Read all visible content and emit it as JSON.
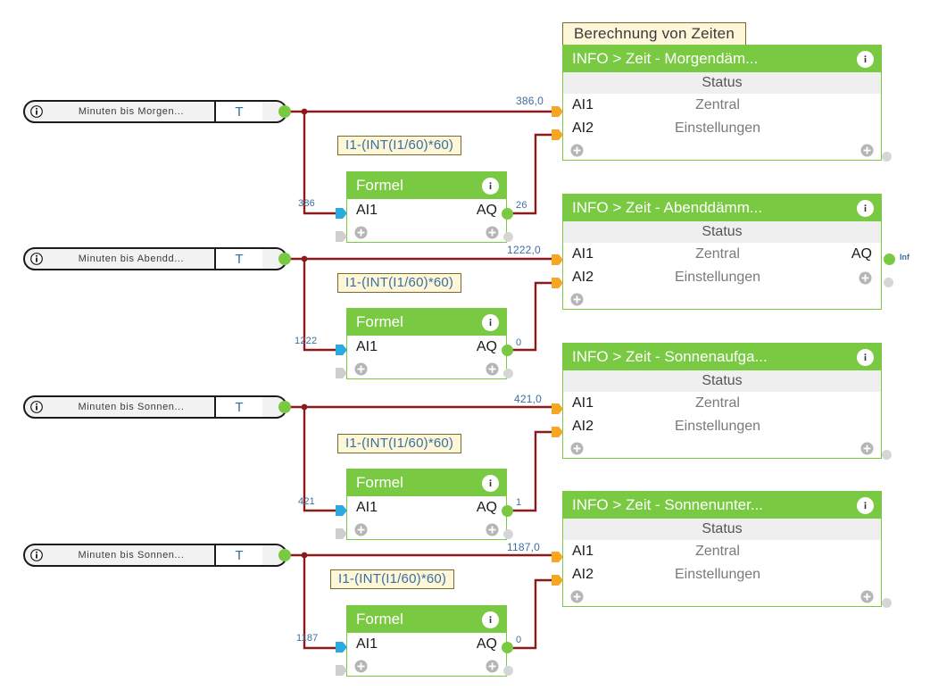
{
  "diagram": {
    "title_caption": "Berechnung von Zeiten",
    "colors": {
      "block_green": "#7ac943",
      "wire_dark_red": "#8b1a1a",
      "note_yellow": "#fdf6d8",
      "pin_orange": "#f5a623",
      "pin_blue": "#29abe2",
      "value_blue": "#3b6fa0"
    },
    "inputs": [
      {
        "label": "Minuten bis Morgen...",
        "terminal": "T",
        "icon": "info-icon"
      },
      {
        "label": "Minuten bis Abendd...",
        "terminal": "T",
        "icon": "info-icon"
      },
      {
        "label": "Minuten bis Sonnen...",
        "terminal": "T",
        "icon": "info-icon"
      },
      {
        "label": "Minuten bis Sonnen...",
        "terminal": "T",
        "icon": "info-icon"
      }
    ],
    "formula_notes": [
      "I1-(INT(I1/60)*60)",
      "I1-(INT(I1/60)*60)",
      "I1-(INT(I1/60)*60)",
      "I1-(INT(I1/60)*60)"
    ],
    "formula_blocks": [
      {
        "title": "Formel",
        "input_label": "AI1",
        "output_label": "AQ",
        "input_value": "386",
        "output_value": "26"
      },
      {
        "title": "Formel",
        "input_label": "AI1",
        "output_label": "AQ",
        "input_value": "1222",
        "output_value": "0"
      },
      {
        "title": "Formel",
        "input_label": "AI1",
        "output_label": "AQ",
        "input_value": "421",
        "output_value": "1"
      },
      {
        "title": "Formel",
        "input_label": "AI1",
        "output_label": "AQ",
        "input_value": "1187",
        "output_value": "0"
      }
    ],
    "info_blocks": [
      {
        "title": "INFO > Zeit - Morgendäm...",
        "status_header": "Status",
        "rows": [
          {
            "input": "AI1",
            "status": "Zentral",
            "output": ""
          },
          {
            "input": "AI2",
            "status": "Einstellungen",
            "output": ""
          }
        ],
        "ai1_value": "386,0",
        "output_extra_label": ""
      },
      {
        "title": "INFO > Zeit - Abenddämm...",
        "status_header": "Status",
        "rows": [
          {
            "input": "AI1",
            "status": "Zentral",
            "output": "AQ"
          },
          {
            "input": "AI2",
            "status": "Einstellungen",
            "output": ""
          }
        ],
        "ai1_value": "1222,0",
        "output_extra_label": "Inf"
      },
      {
        "title": "INFO > Zeit - Sonnenaufga...",
        "status_header": "Status",
        "rows": [
          {
            "input": "AI1",
            "status": "Zentral",
            "output": ""
          },
          {
            "input": "AI2",
            "status": "Einstellungen",
            "output": ""
          }
        ],
        "ai1_value": "421,0",
        "output_extra_label": ""
      },
      {
        "title": "INFO > Zeit - Sonnenunter...",
        "status_header": "Status",
        "rows": [
          {
            "input": "AI1",
            "status": "Zentral",
            "output": ""
          },
          {
            "input": "AI2",
            "status": "Einstellungen",
            "output": ""
          }
        ],
        "ai1_value": "1187,0",
        "output_extra_label": ""
      }
    ]
  }
}
